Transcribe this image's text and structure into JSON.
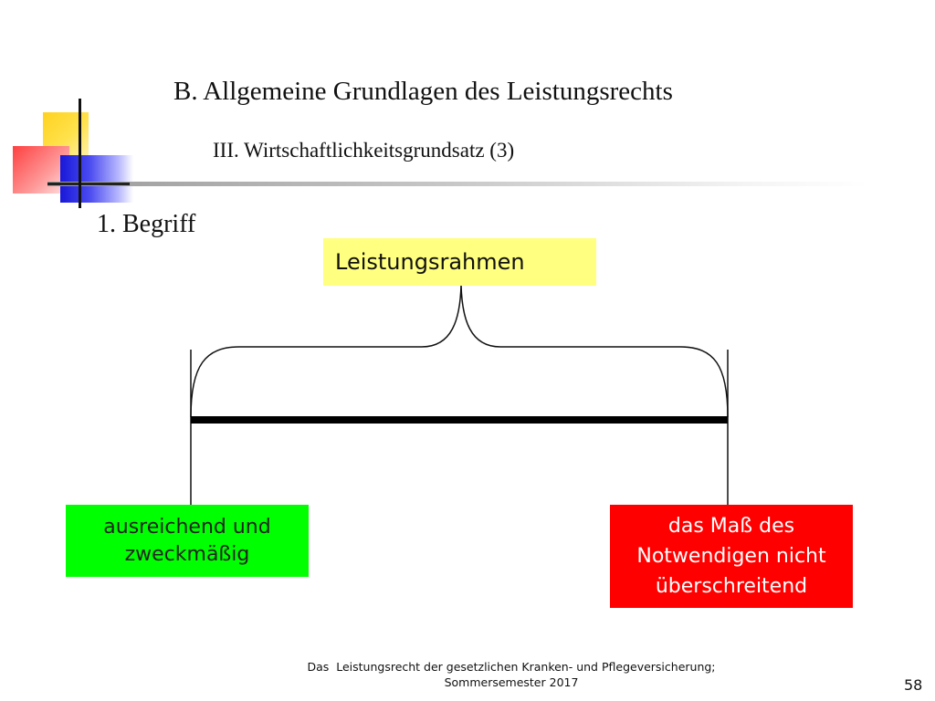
{
  "slide": {
    "title": "B. Allgemeine Grundlagen des Leistungsrechts",
    "subtitle": "III. Wirtschaftlichkeitsgrundsatz (3)",
    "section_heading": "1. Begriff"
  },
  "diagram": {
    "top_box": {
      "label": "Leistungsrahmen",
      "color": "#ffff80"
    },
    "left_box": {
      "label": "ausreichend und zweckmäßig",
      "color": "#00ff00"
    },
    "right_box": {
      "label": "das Maß des Notwendigen nicht überschreitend",
      "color": "#ff0000"
    }
  },
  "footer": {
    "line1": "Das  Leistungsrecht der gesetzlichen Kranken- und Pflegeversicherung;",
    "line2": "Sommersemester 2017",
    "page_number": "58"
  }
}
